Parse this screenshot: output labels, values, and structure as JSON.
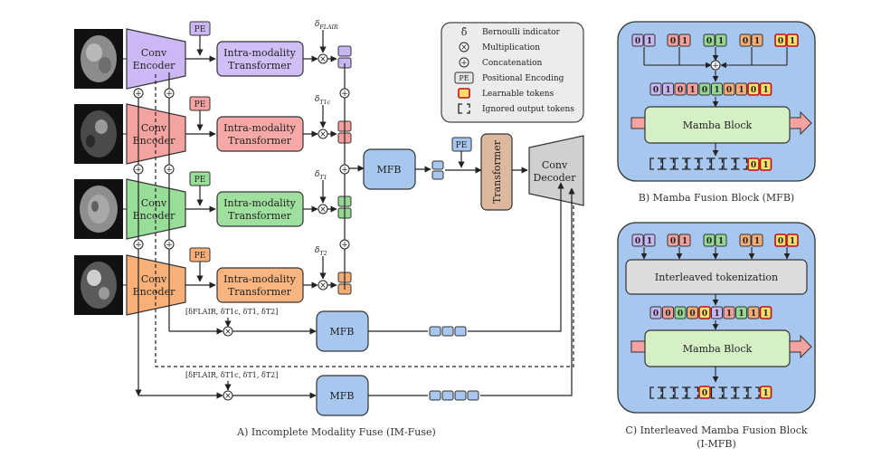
{
  "panel_a": {
    "caption": "A) Incomplete Modality Fuse (IM-Fuse)",
    "encoders": [
      {
        "line1": "Conv",
        "line2": "Encoder",
        "color": "#cdb8f5",
        "pe_color": "#cdb8f5",
        "tf_color": "#d0bff7",
        "token": "#c8b6f2",
        "delta": "δ_FLAIR"
      },
      {
        "line1": "Conv",
        "line2": "Encoder",
        "color": "#f5a3a0",
        "pe_color": "#f5a3a0",
        "tf_color": "#f6a9a6",
        "token": "#f3a09c",
        "delta": "δ_T1c"
      },
      {
        "line1": "Conv",
        "line2": "Encoder",
        "color": "#98dd98",
        "pe_color": "#98dd98",
        "tf_color": "#9fe09e",
        "token": "#94d893",
        "delta": "δ_T1"
      },
      {
        "line1": "Conv",
        "line2": "Encoder",
        "color": "#f8b078",
        "pe_color": "#f8b078",
        "tf_color": "#f9b57f",
        "token": "#f5ac74",
        "delta": "δ_T2"
      }
    ],
    "pe_label": "PE",
    "tf_line1": "Intra-modality",
    "tf_line2": "Transformer",
    "mfb_label": "MFB",
    "transformer_label": "Transformer",
    "decoder_line1": "Conv",
    "decoder_line2": "Decoder",
    "delta_list": "[δ_FLAIR, δ_T1c, δ_T1, δ_T2]"
  },
  "legend": {
    "items": [
      {
        "symbol": "δ̃",
        "text": "Bernoulli indicator"
      },
      {
        "symbol": "⊗",
        "text": "Multiplication"
      },
      {
        "symbol": "⊕",
        "text": "Concatenation"
      },
      {
        "symbol": "PE",
        "text": "Positional Encoding"
      },
      {
        "symbol": "tok",
        "text": "Learnable tokens"
      },
      {
        "symbol": "dash",
        "text": "Ignored output tokens"
      }
    ]
  },
  "panel_b": {
    "caption": "B) Mamba Fusion Block (MFB)",
    "block_label": "Mamba Block",
    "input_pairs": [
      {
        "a": "0",
        "b": "1",
        "color": "#c8b6f2"
      },
      {
        "a": "0",
        "b": "1",
        "color": "#f3a09c"
      },
      {
        "a": "0",
        "b": "1",
        "color": "#94d893"
      },
      {
        "a": "0",
        "b": "1",
        "color": "#f5ac74"
      },
      {
        "a": "0",
        "b": "1",
        "color": "#f5ac74"
      }
    ],
    "sequence": [
      "0",
      "1",
      "0",
      "1",
      "0",
      "1",
      "0",
      "1",
      "0",
      "1"
    ],
    "output_last": [
      "0",
      "1"
    ]
  },
  "panel_c": {
    "caption_line1": "C) Interleaved Mamba Fusion Block",
    "caption_line2": "(I-MFB)",
    "interleave_label": "Interleaved tokenization",
    "block_label": "Mamba Block",
    "sequence": [
      "0",
      "0",
      "0",
      "0",
      "0",
      "1",
      "1",
      "1",
      "1",
      "1"
    ],
    "output_mid": "0",
    "output_last": "1"
  }
}
